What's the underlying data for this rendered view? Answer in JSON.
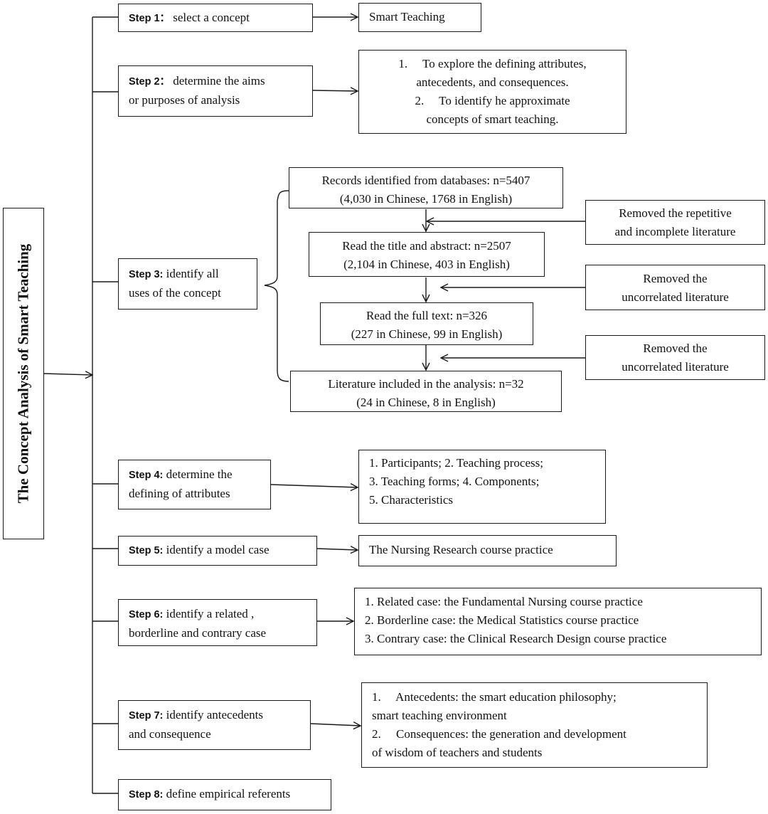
{
  "title": "The Concept Analysis of Smart Teaching",
  "steps": [
    {
      "label": "Step 1：",
      "text": "select a concept"
    },
    {
      "label": "Step 2：",
      "text": "determine the aims",
      "text2": "or purposes of analysis"
    },
    {
      "label": "Step 3:",
      "text": "identify all",
      "text2": "uses of the concept"
    },
    {
      "label": "Step 4:",
      "text": "determine the",
      "text2": "defining of attributes"
    },
    {
      "label": "Step 5:",
      "text": "identify a model case"
    },
    {
      "label": "Step 6:",
      "text": "identify a related ,",
      "text2": "borderline and contrary case"
    },
    {
      "label": "Step 7:",
      "text": "identify antecedents",
      "text2": "and consequence"
    },
    {
      "label": "Step 8:",
      "text": "define empirical referents"
    }
  ],
  "results": {
    "step1": "Smart Teaching",
    "step2": [
      "1.　 To explore the defining attributes,",
      "antecedents, and consequences.",
      "2.　 To identify he approximate",
      "concepts of smart teaching."
    ],
    "step4": [
      "1. Participants; 2. Teaching process;",
      "3. Teaching forms; 4. Components;",
      "5. Characteristics"
    ],
    "step5": "The Nursing Research course practice",
    "step6": [
      "1.  Related case: the Fundamental Nursing course practice",
      "2.  Borderline case: the Medical Statistics course practice",
      "3.  Contrary case: the Clinical Research Design course practice"
    ],
    "step7": [
      "1.　 Antecedents: the smart education philosophy;",
      "smart teaching environment",
      "2.　 Consequences: the generation and development",
      "of wisdom of teachers and students"
    ]
  },
  "flow": [
    {
      "line1": "Records identified from databases: n=5407",
      "line2": "(4,030 in Chinese, 1768 in English)"
    },
    {
      "line1": "Read the title and abstract: n=2507",
      "line2": "(2,104 in Chinese, 403 in English)"
    },
    {
      "line1": "Read the full text: n=326",
      "line2": "(227 in Chinese, 99 in English)"
    },
    {
      "line1": "Literature included in the analysis: n=32",
      "line2": "(24 in Chinese, 8 in English)"
    }
  ],
  "removed": [
    {
      "line1": "Removed the repetitive",
      "line2": "and incomplete literature"
    },
    {
      "line1": "Removed the",
      "line2": "uncorrelated literature"
    },
    {
      "line1": "Removed the",
      "line2": "uncorrelated literature"
    }
  ]
}
